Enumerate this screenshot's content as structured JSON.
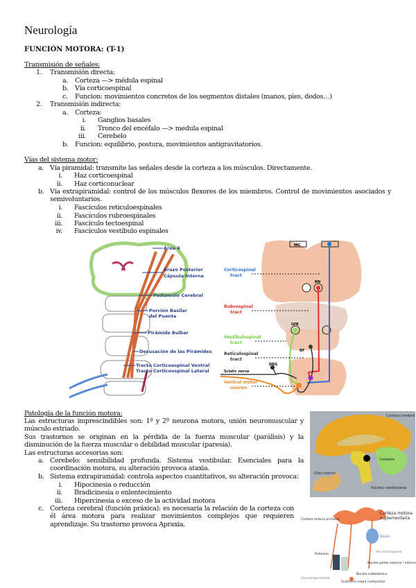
{
  "title": "Neurología",
  "heading": "FUNCIÓN MOTORA: (T-1)",
  "transmision": {
    "heading": "Transmisión de señales:",
    "items": [
      {
        "marker": "1.",
        "text": "Transmisión directa:",
        "sub": [
          {
            "marker": "a.",
            "text": "Corteza —> médula espinal"
          },
          {
            "marker": "b.",
            "text": "Vía corticoespinal"
          },
          {
            "marker": "c.",
            "text": "Funcion: movimientos concretos de los segmentos distales (manos, pies, dedos…)"
          }
        ]
      },
      {
        "marker": "2.",
        "text": "Transmisión indirecta:",
        "sub": [
          {
            "marker": "a.",
            "text": "Corteza:",
            "sub": [
              {
                "marker": "i.",
                "text": "Ganglios basales"
              },
              {
                "marker": "ii.",
                "text": "Tronco del encéfalo —> medula espinal"
              },
              {
                "marker": "iii.",
                "text": "Cerebelo"
              }
            ]
          },
          {
            "marker": "b.",
            "text": "Funcion: equilibrio, postura, movimientos antigravitatorios."
          }
        ]
      }
    ]
  },
  "vias": {
    "heading": "Vías del sistema motor:",
    "items": [
      {
        "marker": "a.",
        "text": "Vía piramidal: transmite las señales desde la corteza a los músculos. Directamente.",
        "sub": [
          {
            "marker": "i.",
            "text": "Haz corticoespinal"
          },
          {
            "marker": "ii.",
            "text": "Haz corticonuclear"
          }
        ]
      },
      {
        "marker": "b.",
        "text": "Vía extrapiramidal: control de los músculos flexores de los miembros. Control de movimientos asociados y semivoluntarios.",
        "sub": [
          {
            "marker": "i.",
            "text": "Fascículos reticuloespinales"
          },
          {
            "marker": "ii.",
            "text": "Fascículos rubroespinales"
          },
          {
            "marker": "iii.",
            "text": "Fascículo tectoespinal"
          },
          {
            "marker": "iv.",
            "text": "Fascículos vestíbulo espinales"
          }
        ]
      }
    ]
  },
  "figure_left": {
    "labels": [
      "Área 4",
      "Brazo Posterior",
      "Cápsula Interna",
      "Pedúnculo Cerebral",
      "Porción Basilar",
      "del Puente",
      "Pirámide Bulbar",
      "Decusación de las Pirámides",
      "Tracto Corticoespinal Ventral",
      "Tracto Corticoespinal Lateral"
    ]
  },
  "figure_right": {
    "labels": {
      "mc": "MC",
      "rn": "RN",
      "lvn": "LVN",
      "rf": "RF",
      "drg": "DRG",
      "corticospinal": [
        "Corticospinal",
        "tract"
      ],
      "rubrospinal": [
        "Rubrospinal",
        "tract"
      ],
      "vestibulospinal": [
        "Vestibulospinal",
        "tract"
      ],
      "reticulospinal": [
        "Reticulospinal",
        "tract"
      ],
      "sciatic": "Sciatic nerve",
      "ventral": [
        "Ventral motor",
        "neuron"
      ]
    },
    "colors": {
      "corticospinal": "#2f6fd6",
      "rubrospinal": "#e0302a",
      "vestibulospinal": "#7ae04a",
      "reticulospinal": "#333333",
      "ventral": "#f08a2a"
    }
  },
  "patologia": {
    "heading": "Patología de la función motora:",
    "p1": "Las estructuras imprescindibles son: 1º y 2º neurona motora, unión neuromuscular y músculo estriado.",
    "p2": "Sus trastornos se originan en la pérdida de la fuerza muscular (parálisis) y la disminución de la fuerza muscular o debilidad muscular (paresia).",
    "p3": "Las estructuras accesorias son:",
    "items": [
      {
        "marker": "a.",
        "text": "Cerebelo: sensibilidad profunda. Sistema vestibular. Esenciales para la coordinación motora, su alteración provoca ataxia."
      },
      {
        "marker": "b.",
        "text": "Sistema extrapiramidal: controla aspectos cuantitativos, su alteración provoca:",
        "sub": [
          {
            "marker": "i.",
            "text": "Hipocinesia o reducción"
          },
          {
            "marker": "ii.",
            "text": "Bradicinesia o enlentecimiento"
          },
          {
            "marker": "iii.",
            "text": "Hipercinesia o exceso de la actividad motora"
          }
        ]
      },
      {
        "marker": "c.",
        "text": "Corteza cerebral (función práxica): es necesaria la relación de la corteza con él área motora para realizar movimientos complejos que requieren aprendizaje. Su trastorno provoca Apraxia."
      }
    ]
  },
  "figure_brain": {
    "labels": [
      "Corteza cerebral",
      "Cerebelo",
      "Oído interno",
      "Núcleos vestibulares"
    ]
  },
  "figure_motor": {
    "labels": [
      "Corteza motora primaria",
      "Corteza motora suplementaria",
      "Tálamo",
      "Putamen",
      "Vía corticospinal",
      "Núcleo pálido externo / interno",
      "Núcleo subtalámico",
      "Sustancia negra (compacta)",
      "Vía extrapiramidal"
    ]
  }
}
